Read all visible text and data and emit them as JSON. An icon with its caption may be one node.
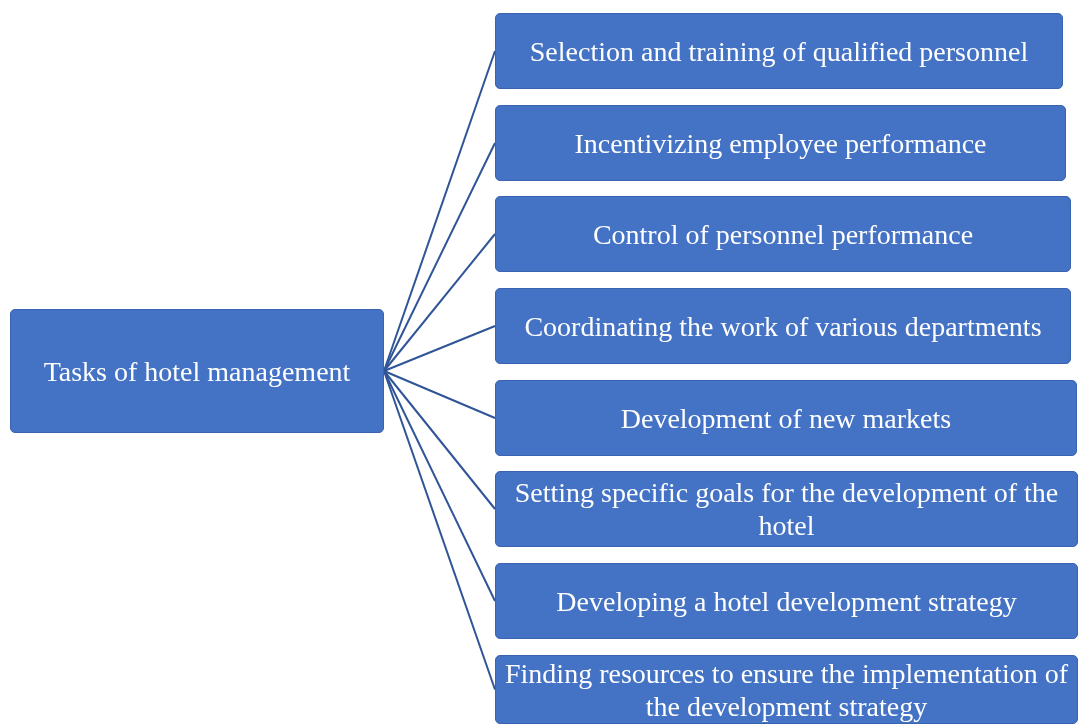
{
  "diagram": {
    "nodes": [
      {
        "text": [
          "Tasks of hotel management"
        ]
      },
      {
        "text": [
          "Selection and training of qualified personnel"
        ]
      },
      {
        "text": [
          "Incentivizing employee performance"
        ]
      },
      {
        "text": [
          "Control of personnel performance"
        ]
      },
      {
        "text": [
          "Coordinating the work of various departments"
        ]
      },
      {
        "text": [
          "Development of new markets"
        ]
      },
      {
        "text": [
          "Setting specific goals for the development of the hotel"
        ]
      },
      {
        "text": [
          "Developing a hotel development strategy"
        ]
      },
      {
        "text": [
          "Finding resources to ensure the implementation of the development strategy"
        ]
      }
    ],
    "edges": [
      {
        "from": 0,
        "to": 1,
        "arrow": "none"
      },
      {
        "from": 0,
        "to": 2,
        "arrow": "none"
      },
      {
        "from": 0,
        "to": 3,
        "arrow": "none"
      },
      {
        "from": 0,
        "to": 4,
        "arrow": "none"
      },
      {
        "from": 0,
        "to": 5,
        "arrow": "none"
      },
      {
        "from": 0,
        "to": 6,
        "arrow": "none"
      },
      {
        "from": 0,
        "to": 7,
        "arrow": "none"
      },
      {
        "from": 0,
        "to": 8,
        "arrow": "none"
      }
    ]
  }
}
